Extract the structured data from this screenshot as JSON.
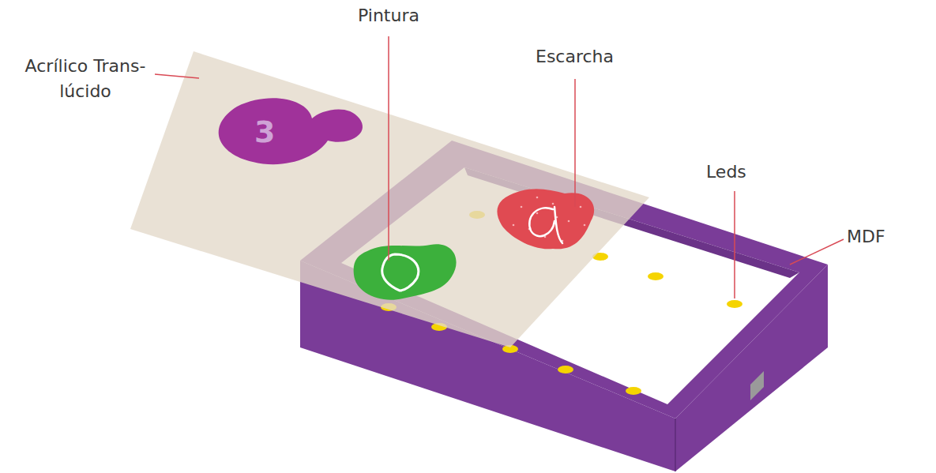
{
  "diagram": {
    "labels": [
      "Pintura",
      "Escarcha",
      "Acrílico Trans- lúcido",
      "Leds",
      "MDF",
      "3"
    ]
  }
}
